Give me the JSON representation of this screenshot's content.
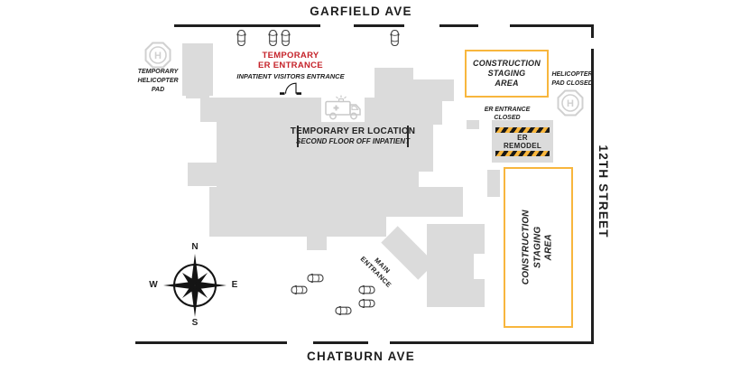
{
  "colors": {
    "building_gray": "#dbdbdb",
    "street_black": "#1f1f1f",
    "er_red": "#c5232a",
    "construction_yellow": "#f8b63d",
    "icon_light_gray": "#d0d0d0"
  },
  "streets": {
    "garfield_ave": "GARFIELD AVE",
    "chatburn_ave": "CHATBURN AVE",
    "twelfth_street": "12TH STREET"
  },
  "helipads": {
    "temporary_helipad_label": {
      "lines": [
        "TEMPORARY",
        "HELICOPTER",
        "PAD"
      ]
    },
    "helipad_closed_label": {
      "lines": [
        "HELICOPTER",
        "PAD CLOSED"
      ]
    },
    "helipad_letter": "H"
  },
  "er": {
    "temporary_er_entrance": {
      "lines": [
        "TEMPORARY",
        "ER ENTRANCE"
      ]
    },
    "inpatient_visitors_entrance": "INPATIENT VISITORS ENTRANCE",
    "temporary_er_location": {
      "title": "TEMPORARY ER LOCATION",
      "subtitle": "SECOND FLOOR OFF INPATIENT"
    },
    "er_entrance_closed": {
      "lines": [
        "ER ENTRANCE",
        "CLOSED"
      ]
    },
    "er_remodel": {
      "lines": [
        "ER",
        "REMODEL"
      ]
    }
  },
  "construction": {
    "staging_area_top": {
      "lines": [
        "CONSTRUCTION",
        "STAGING",
        "AREA"
      ]
    },
    "staging_area_bottom": {
      "lines": [
        "CONSTRUCTION",
        "STAGING",
        "AREA"
      ]
    }
  },
  "main_entrance": {
    "lines": [
      "MAIN",
      "ENTRANCE"
    ]
  },
  "compass": {
    "north": "N",
    "east": "E",
    "south": "S",
    "west": "W"
  }
}
